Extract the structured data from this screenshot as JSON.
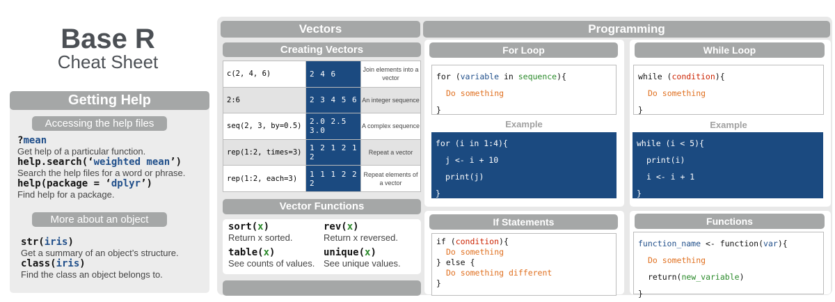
{
  "title": {
    "main": "Base R",
    "sub": "Cheat Sheet"
  },
  "help": {
    "header": "Getting Help",
    "sub1": "Accessing the help files",
    "sub2": "More about an object",
    "items": [
      {
        "pre": "?",
        "arg": "mean",
        "post": "",
        "desc": "Get help of a particular function."
      },
      {
        "pre": "help.search(‘",
        "arg": "weighted mean",
        "post": "’)",
        "desc": "Search the help files for a word or phrase."
      },
      {
        "pre": "help(package = ‘",
        "arg": "dplyr",
        "post": "’)",
        "desc": "Find help for a package."
      }
    ],
    "items2": [
      {
        "pre": "str(",
        "arg": "iris",
        "post": ")",
        "desc": "Get a summary of an object’s structure."
      },
      {
        "pre": "class(",
        "arg": "iris",
        "post": ")",
        "desc": "Find the class an object belongs to."
      }
    ]
  },
  "vectors": {
    "header": "Vectors",
    "creating": "Creating Vectors",
    "rows": [
      {
        "code": "c(2, 4, 6)",
        "result": "2 4 6",
        "desc": "Join elements into a vector"
      },
      {
        "code": "2:6",
        "result": "2 3 4 5 6",
        "desc": "An integer sequence"
      },
      {
        "code": "seq(2, 3, by=0.5)",
        "result": "2.0 2.5 3.0",
        "desc": "A complex sequence"
      },
      {
        "code": "rep(1:2, times=3)",
        "result": "1 2 1 2 1 2",
        "desc": "Repeat a vector"
      },
      {
        "code": "rep(1:2, each=3)",
        "result": "1 1 1 2 2 2",
        "desc": "Repeat elements of a vector"
      }
    ],
    "functions_header": "Vector Functions",
    "functions": [
      {
        "name": "sort",
        "arg": "x",
        "desc": "Return x sorted."
      },
      {
        "name": "rev",
        "arg": "x",
        "desc": "Return x reversed."
      },
      {
        "name": "table",
        "arg": "x",
        "desc": "See counts of values."
      },
      {
        "name": "unique",
        "arg": "x",
        "desc": "See unique values."
      }
    ]
  },
  "programming": {
    "header": "Programming",
    "example": "Example",
    "for": {
      "header": "For Loop",
      "l1a": "for (",
      "l1b": "variable",
      "l1c": " in ",
      "l1d": "sequence",
      "l1e": "){",
      "l2": "Do something",
      "l3": "}",
      "ex": [
        "for (i in 1:4){",
        "j <- i + 10",
        "print(j)",
        "}"
      ]
    },
    "while": {
      "header": "While Loop",
      "l1a": "while (",
      "l1b": "condition",
      "l1c": "){",
      "l2": "Do something",
      "l3": "}",
      "ex": [
        "while (i < 5){",
        "print(i)",
        "i <- i + 1",
        "}"
      ]
    },
    "if": {
      "header": "If Statements",
      "l1a": "if (",
      "l1b": "condition",
      "l1c": "){",
      "l2": "Do something",
      "l3": "} else {",
      "l4": "Do something different",
      "l5": "}"
    },
    "functions": {
      "header": "Functions",
      "l1a": "function_name",
      "l1b": " <- function(",
      "l1c": "var",
      "l1d": "){",
      "l2": "Do something",
      "l3a": "return(",
      "l3b": "new_variable",
      "l3c": ")",
      "l4": "}"
    }
  }
}
